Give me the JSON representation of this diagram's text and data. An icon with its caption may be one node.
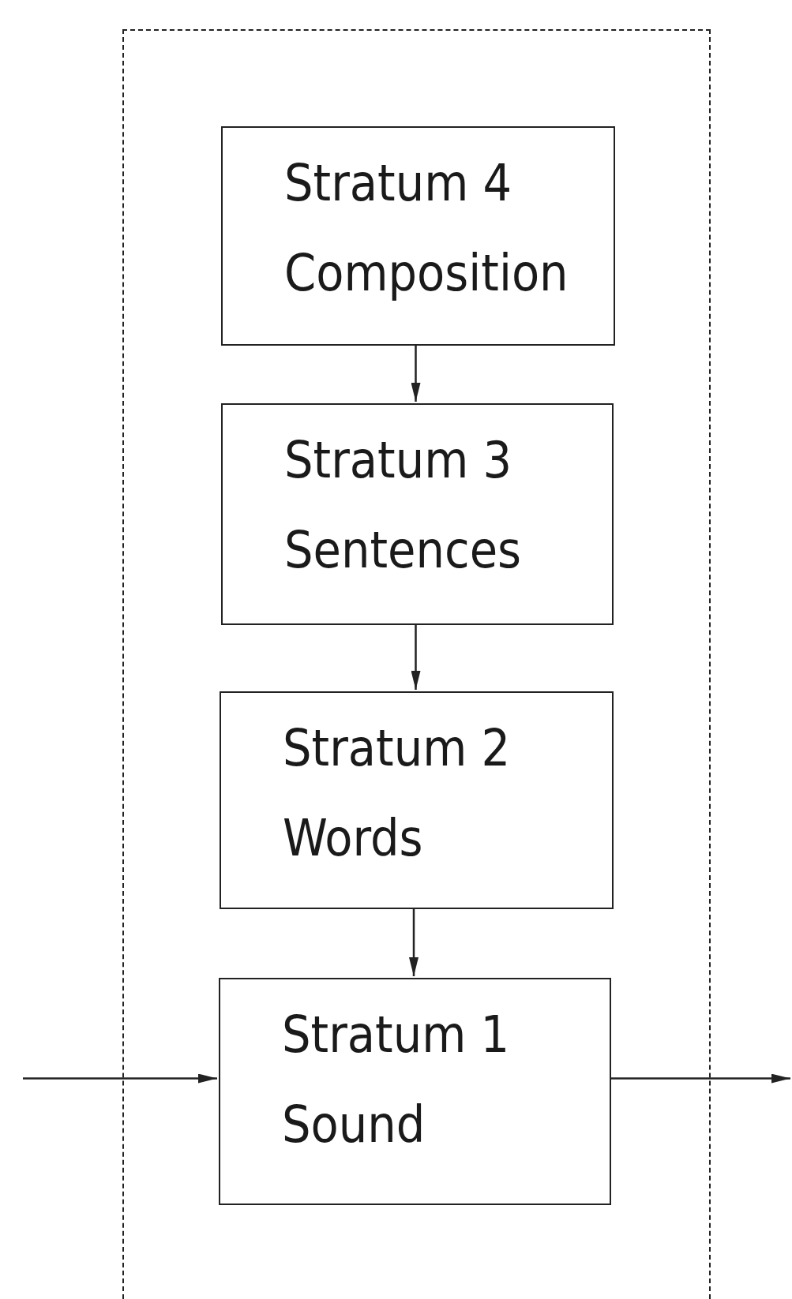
{
  "diagram": {
    "nodes": [
      {
        "text": [],
        "shape": "box"
      },
      {
        "text": [
          "Stratum 4",
          "Composition"
        ],
        "in": 0
      },
      {
        "text": [
          "Stratum 3",
          "Sentences"
        ],
        "in": 0
      },
      {
        "text": [
          "Stratum 2",
          "Words"
        ],
        "in": 0
      },
      {
        "text": [
          "Stratum 1",
          "Sound"
        ],
        "in": 0
      }
    ],
    "edges": [
      {
        "from": 1,
        "to": 2,
        "arrow": "to"
      },
      {
        "from": 2,
        "to": 3,
        "arrow": "to"
      },
      {
        "from": 3,
        "to": 4,
        "arrow": "to"
      },
      {
        "from": null,
        "to": 4,
        "arrow": "to"
      },
      {
        "from": 4,
        "to": null,
        "arrow": "to"
      }
    ]
  }
}
